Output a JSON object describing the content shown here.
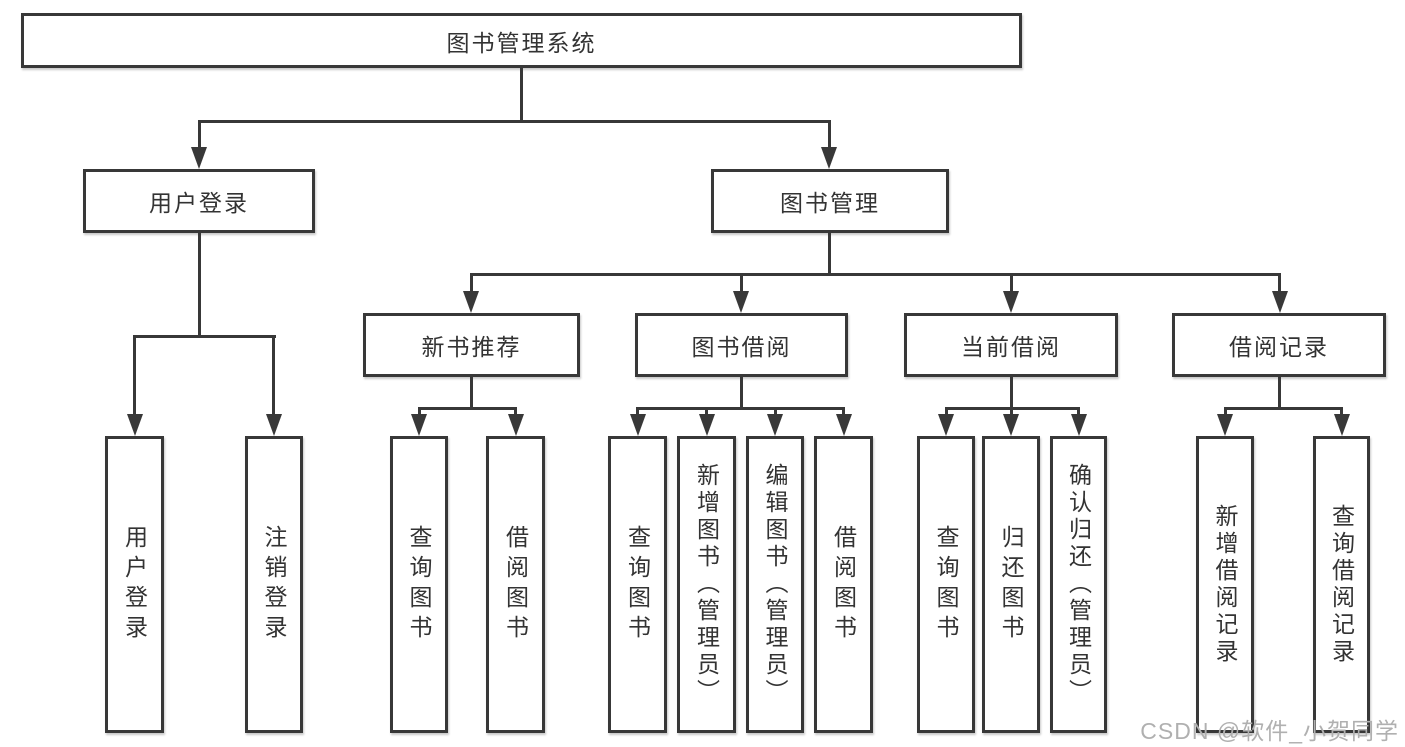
{
  "diagram": {
    "title": "图书管理系统",
    "level2": {
      "user_login": "用户登录",
      "book_mgmt": "图书管理"
    },
    "level3": {
      "new_books": "新书推荐",
      "borrowing": "图书借阅",
      "current": "当前借阅",
      "records": "借阅记录"
    },
    "leaves": {
      "user_login": [
        "用户登录",
        "注销登录"
      ],
      "new_books": [
        "查询图书",
        "借阅图书"
      ],
      "borrowing": [
        "查询图书",
        "新增图书（管理员）",
        "编辑图书（管理员）",
        "借阅图书"
      ],
      "current": [
        "查询图书",
        "归还图书",
        "确认归还（管理员）"
      ],
      "records": [
        "新增借阅记录",
        "查询借阅记录"
      ]
    },
    "colors": {
      "line": "#383838",
      "text": "#333333",
      "box_background": "#ffffff",
      "watermark": "#b0b0b0"
    }
  },
  "watermark": {
    "text": "CSDN @软件_小贺同学"
  }
}
